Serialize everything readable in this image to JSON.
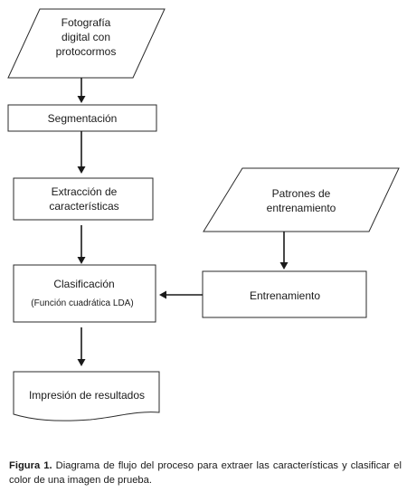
{
  "diagram": {
    "nodes": {
      "input_photo": {
        "shape": "parallelogram",
        "lines": [
          "Fotografía",
          "digital con",
          "protocormos"
        ]
      },
      "segmentation": {
        "shape": "rectangle",
        "lines": [
          "Segmentación"
        ]
      },
      "feature_extraction": {
        "shape": "rectangle",
        "lines": [
          "Extracción de",
          "características"
        ]
      },
      "classification": {
        "shape": "rectangle",
        "lines": [
          "Clasificación",
          "(Función cuadrática  LDA)"
        ]
      },
      "results_printout": {
        "shape": "document",
        "lines": [
          "Impresión de resultados"
        ]
      },
      "training_patterns": {
        "shape": "parallelogram",
        "lines": [
          "Patrones de",
          "entrenamiento"
        ]
      },
      "training": {
        "shape": "rectangle",
        "lines": [
          "Entrenamiento"
        ]
      }
    },
    "edges": [
      {
        "from": "input_photo",
        "to": "segmentation"
      },
      {
        "from": "segmentation",
        "to": "feature_extraction"
      },
      {
        "from": "feature_extraction",
        "to": "classification"
      },
      {
        "from": "classification",
        "to": "results_printout"
      },
      {
        "from": "training_patterns",
        "to": "training"
      },
      {
        "from": "training",
        "to": "classification"
      }
    ]
  },
  "caption": {
    "label": "Figura 1.",
    "text": "Diagrama de flujo del proceso para extraer las características y clasificar el color de una imagen de prueba."
  }
}
